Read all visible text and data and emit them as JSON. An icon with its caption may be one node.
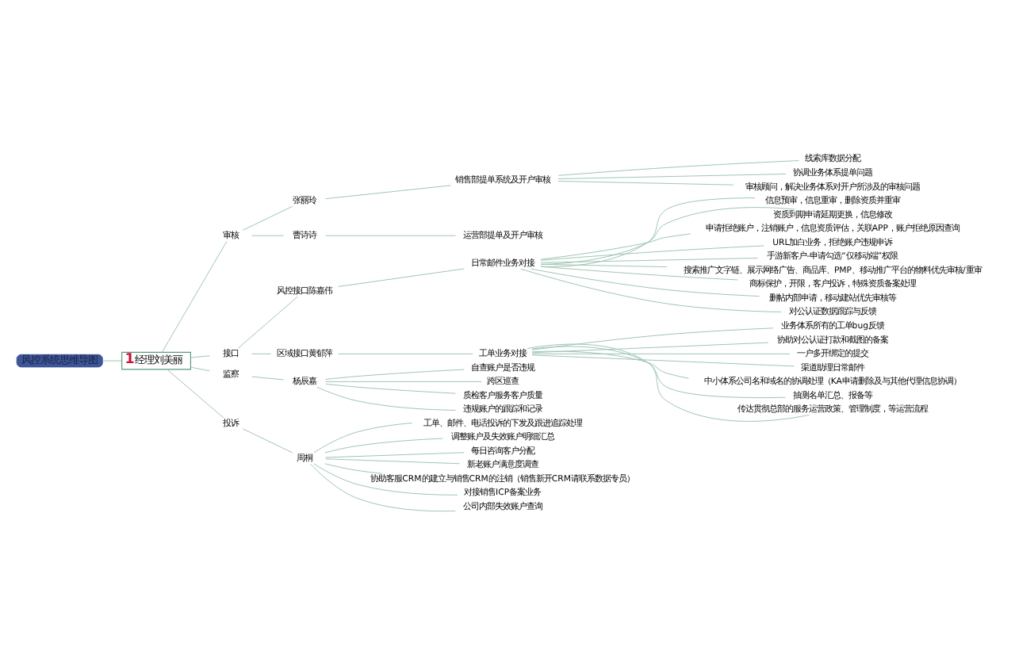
{
  "diagram": {
    "nodes": [
      {
        "text": [
          "风控系统思维导图"
        ]
      },
      {
        "text": [
          "1",
          "经理刘美丽"
        ]
      },
      {
        "text": [
          "审核"
        ]
      },
      {
        "text": [
          "张丽玲"
        ]
      },
      {
        "text": [
          "销售部提单系统及开户审核"
        ]
      },
      {
        "text": [
          "线索库数据分配"
        ]
      },
      {
        "text": [
          "协调业务体系提单问题"
        ]
      },
      {
        "text": [
          "审核顾问，解决业务体系对开户所涉及的审核问题"
        ]
      },
      {
        "text": [
          "曹诗诗"
        ]
      },
      {
        "text": [
          "运营部提单及开户审核"
        ]
      },
      {
        "text": [
          "接口"
        ]
      },
      {
        "text": [
          "风控接口陈嘉伟"
        ]
      },
      {
        "text": [
          "日常邮件业务对接"
        ]
      },
      {
        "text": [
          "信息预审，信息重审，删除资质并重审"
        ]
      },
      {
        "text": [
          "资质到期申请延期更换，信息修改"
        ]
      },
      {
        "text": [
          "申请拒绝账户，注销账户，信息资质评估，关联APP，账户拒绝原因查询"
        ]
      },
      {
        "text": [
          "URL加白业务，拒绝账户违规申诉"
        ]
      },
      {
        "text": [
          "手游新客户-申请勾选“仅移动端”权限"
        ]
      },
      {
        "text": [
          "搜索推广文字链、展示网络广告、商品库、PMP、移动推广平台的物料优先审核/重审"
        ]
      },
      {
        "text": [
          "商标保护，开限，客户投诉，特殊资质备案处理"
        ]
      },
      {
        "text": [
          "删帖内部申请，移动建站优先审核等"
        ]
      },
      {
        "text": [
          "对公认证数据跟踪与反馈"
        ]
      },
      {
        "text": [
          "区域接口黄郁萍"
        ]
      },
      {
        "text": [
          "工单业务对接"
        ]
      },
      {
        "text": [
          "业务体系所有的工单bug反馈"
        ]
      },
      {
        "text": [
          "协助对公认证打款和截图的备案"
        ]
      },
      {
        "text": [
          "一户多开绑定的提交"
        ]
      },
      {
        "text": [
          "渠道助理日常邮件"
        ]
      },
      {
        "text": [
          "中小体系公司名和域名的协调处理（KA申请删除及与其他代理信息协调）"
        ]
      },
      {
        "text": [
          "抽测名单汇总、报备等"
        ]
      },
      {
        "text": [
          "传达贯彻总部的服务运营政策、管理制度，等运营流程"
        ]
      },
      {
        "text": [
          "监察"
        ]
      },
      {
        "text": [
          "杨辰嘉"
        ]
      },
      {
        "text": [
          "自查账户是否违规"
        ]
      },
      {
        "text": [
          "跨区巡查"
        ]
      },
      {
        "text": [
          "质检客户服务客户质量"
        ]
      },
      {
        "text": [
          "违规账户的跟踪和记录"
        ]
      },
      {
        "text": [
          "投诉"
        ]
      },
      {
        "text": [
          "周桐"
        ]
      },
      {
        "text": [
          "工单、邮件、电话投诉的下发及跟进追踪处理"
        ]
      },
      {
        "text": [
          "调整账户及失效账户明细汇总"
        ]
      },
      {
        "text": [
          "每日咨询客户分配"
        ]
      },
      {
        "text": [
          "新老账户满意度调查"
        ]
      },
      {
        "text": [
          "协助客服CRM的建立与销售CRM的注销（销售新开CRM请联系数据专员）"
        ]
      },
      {
        "text": [
          "对接销售ICP备案业务"
        ]
      },
      {
        "text": [
          "公司内部失效账户查询"
        ]
      }
    ],
    "edges": [
      {
        "from": 0,
        "to": 1,
        "arrow": "none"
      },
      {
        "from": 1,
        "to": 2,
        "arrow": "none"
      },
      {
        "from": 2,
        "to": 3,
        "arrow": "none"
      },
      {
        "from": 3,
        "to": 4,
        "arrow": "none"
      },
      {
        "from": 4,
        "to": 5,
        "arrow": "none"
      },
      {
        "from": 4,
        "to": 6,
        "arrow": "none"
      },
      {
        "from": 4,
        "to": 7,
        "arrow": "none"
      },
      {
        "from": 2,
        "to": 8,
        "arrow": "none"
      },
      {
        "from": 8,
        "to": 9,
        "arrow": "none"
      },
      {
        "from": 1,
        "to": 10,
        "arrow": "none"
      },
      {
        "from": 10,
        "to": 11,
        "arrow": "none"
      },
      {
        "from": 11,
        "to": 12,
        "arrow": "none"
      },
      {
        "from": 12,
        "to": 13,
        "arrow": "none"
      },
      {
        "from": 12,
        "to": 14,
        "arrow": "none"
      },
      {
        "from": 12,
        "to": 15,
        "arrow": "none"
      },
      {
        "from": 12,
        "to": 16,
        "arrow": "none"
      },
      {
        "from": 12,
        "to": 17,
        "arrow": "none"
      },
      {
        "from": 12,
        "to": 18,
        "arrow": "none"
      },
      {
        "from": 12,
        "to": 19,
        "arrow": "none"
      },
      {
        "from": 12,
        "to": 20,
        "arrow": "none"
      },
      {
        "from": 12,
        "to": 21,
        "arrow": "none"
      },
      {
        "from": 10,
        "to": 22,
        "arrow": "none"
      },
      {
        "from": 22,
        "to": 23,
        "arrow": "none"
      },
      {
        "from": 23,
        "to": 24,
        "arrow": "none"
      },
      {
        "from": 23,
        "to": 25,
        "arrow": "none"
      },
      {
        "from": 23,
        "to": 26,
        "arrow": "none"
      },
      {
        "from": 23,
        "to": 27,
        "arrow": "none"
      },
      {
        "from": 23,
        "to": 28,
        "arrow": "none"
      },
      {
        "from": 23,
        "to": 29,
        "arrow": "none"
      },
      {
        "from": 23,
        "to": 30,
        "arrow": "none"
      },
      {
        "from": 1,
        "to": 31,
        "arrow": "none"
      },
      {
        "from": 31,
        "to": 32,
        "arrow": "none"
      },
      {
        "from": 32,
        "to": 33,
        "arrow": "none"
      },
      {
        "from": 32,
        "to": 34,
        "arrow": "none"
      },
      {
        "from": 32,
        "to": 35,
        "arrow": "none"
      },
      {
        "from": 32,
        "to": 36,
        "arrow": "none"
      },
      {
        "from": 1,
        "to": 37,
        "arrow": "none"
      },
      {
        "from": 37,
        "to": 38,
        "arrow": "none"
      },
      {
        "from": 38,
        "to": 39,
        "arrow": "none"
      },
      {
        "from": 38,
        "to": 40,
        "arrow": "none"
      },
      {
        "from": 38,
        "to": 41,
        "arrow": "none"
      },
      {
        "from": 38,
        "to": 42,
        "arrow": "none"
      },
      {
        "from": 38,
        "to": 43,
        "arrow": "none"
      },
      {
        "from": 38,
        "to": 44,
        "arrow": "none"
      },
      {
        "from": 38,
        "to": 45,
        "arrow": "none"
      }
    ]
  }
}
